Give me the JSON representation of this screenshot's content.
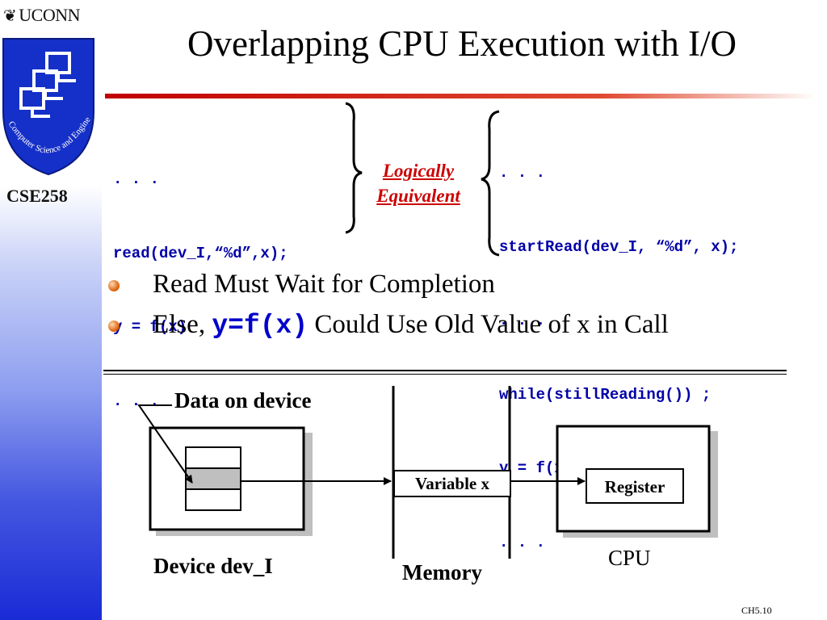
{
  "sidebar": {
    "uconn": "UCONN",
    "logo_text": "Computer Science and Engineering",
    "course": "CSE258"
  },
  "title": "Overlapping CPU Execution with I/O",
  "code_left": [
    ". . .",
    "read(dev_I,“%d”,x);",
    "y = f(x)",
    ". . ."
  ],
  "code_right": [
    ". . .",
    "startRead(dev_I, “%d”, x);",
    ". . .",
    "while(stillReading()) ;",
    "y = f(x)",
    ". . ."
  ],
  "logically": "Logically",
  "equivalent": "Equivalent",
  "bullets": [
    {
      "text": "Read Must Wait for Completion"
    },
    {
      "pre": "Else, ",
      "code": "y=f(x)",
      "post": " Could Use Old Value of x in Call"
    }
  ],
  "diagram": {
    "data_on_device": "Data on device",
    "variable_x": "Variable x",
    "register": "Register",
    "device_label": "Device dev_I",
    "memory_label": "Memory",
    "cpu_label": "CPU"
  },
  "footer": "CH5.10",
  "colors": {
    "code": "#0000a8",
    "accent_red": "#cc0000",
    "sidebar_blue": "#1a2bd6"
  }
}
